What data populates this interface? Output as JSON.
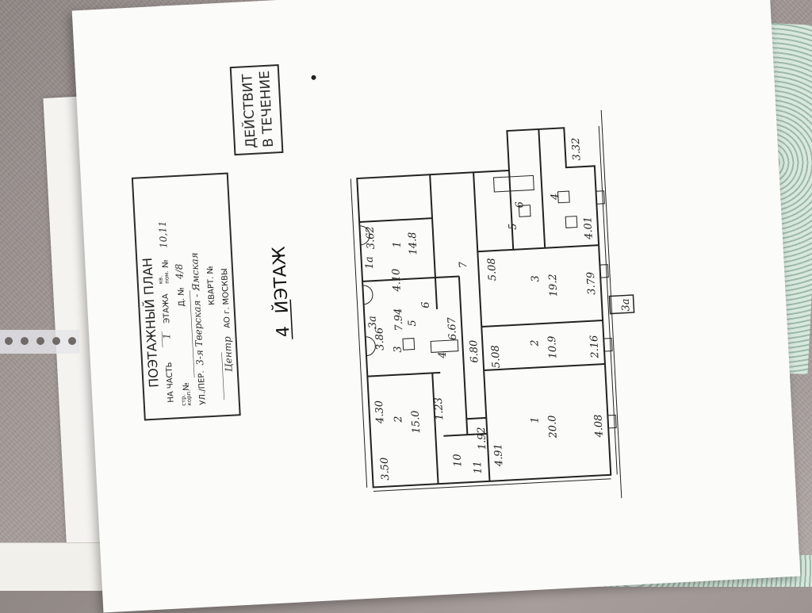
{
  "stamp": {
    "line1": "ДЕЙСТВИТ",
    "line2": "В ТЕЧЕНИЕ"
  },
  "title_block": {
    "title": "ПОЭТАЖНЫЙ ПЛАН",
    "on_part": "НА ЧАСТЬ",
    "floor_label": "ЭТАЖА",
    "floor_value": "1",
    "pom_label": "пом.",
    "pom_number_label": "№",
    "pom_number_value": "10,11",
    "kv_label": "кв.",
    "building_label": "стр.",
    "korp_label": "корп.",
    "building_no_label": "№",
    "house_label": "Д. №",
    "house_value": "4/8",
    "street_label": "УЛ./ПЕР.",
    "street_value": "3-я Тверская - Ямская",
    "apt_label": "КВАРТ. №",
    "district_value": "Центр",
    "district_suffix": "АО г. МОСКВЫ"
  },
  "floor_label": {
    "number": "4",
    "suffix": "Й",
    "word": "ЭТАЖ"
  },
  "plan": {
    "labels": [
      {
        "text": "3.32"
      },
      {
        "text": "4.01"
      },
      {
        "text": "4"
      },
      {
        "text": "6"
      },
      {
        "text": "5"
      },
      {
        "text": "5.08"
      },
      {
        "text": "3.79"
      },
      {
        "text": "3"
      },
      {
        "text": "19.2"
      },
      {
        "text": "3а"
      },
      {
        "text": "2"
      },
      {
        "text": "10.9"
      },
      {
        "text": "2.16"
      },
      {
        "text": "5.08"
      },
      {
        "text": "1"
      },
      {
        "text": "20.0"
      },
      {
        "text": "4.08"
      },
      {
        "text": "4.91"
      },
      {
        "text": "7"
      },
      {
        "text": "6.80"
      },
      {
        "text": "6.67"
      },
      {
        "text": "1.92"
      },
      {
        "text": "1"
      },
      {
        "text": "14.8"
      },
      {
        "text": "3.62"
      },
      {
        "text": "4.10"
      },
      {
        "text": "1а"
      },
      {
        "text": "7.94"
      },
      {
        "text": "6"
      },
      {
        "text": "3.86"
      },
      {
        "text": "3"
      },
      {
        "text": "5"
      },
      {
        "text": "4"
      },
      {
        "text": "2"
      },
      {
        "text": "15.0"
      },
      {
        "text": "4.30"
      },
      {
        "text": "3.50"
      },
      {
        "text": "1.23"
      },
      {
        "text": "10"
      },
      {
        "text": "11"
      },
      {
        "text": "3а"
      }
    ]
  },
  "colors": {
    "ink": "#2b2b2b",
    "paper": "#fbfbf9",
    "certificate_green": "#cfe2d6"
  }
}
